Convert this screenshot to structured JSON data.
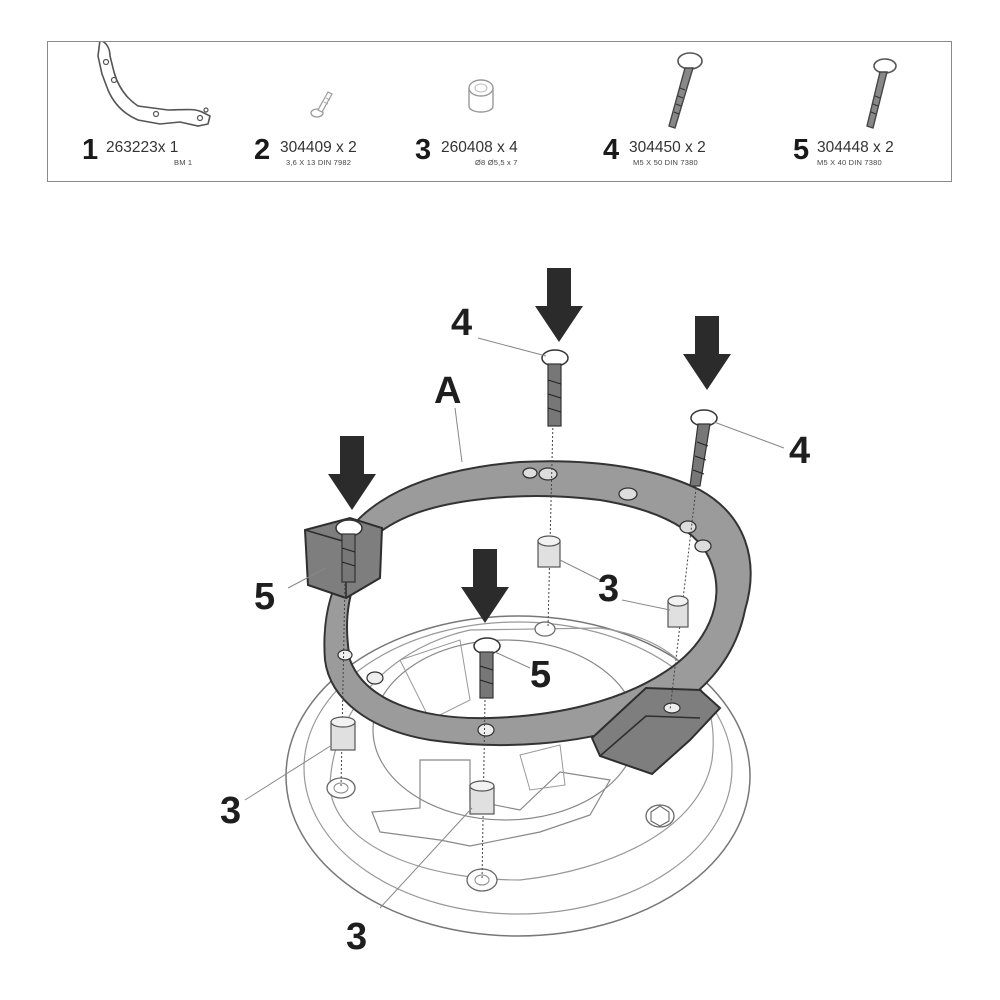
{
  "parts": [
    {
      "number": "1",
      "code": "263223x 1",
      "spec": "BM 1",
      "icon": "bracket-plate-icon"
    },
    {
      "number": "2",
      "code": "304409 x 2",
      "spec": "3,6 X 13 DIN 7982",
      "icon": "small-screw-icon"
    },
    {
      "number": "3",
      "code": "260408 x 4",
      "spec": "Ø8 Ø5,5 x 7",
      "icon": "spacer-icon"
    },
    {
      "number": "4",
      "code": "304450 x 2",
      "spec": "M5 X 50 DIN 7380",
      "icon": "long-bolt-icon"
    },
    {
      "number": "5",
      "code": "304448 x 2",
      "spec": "M5 X 40 DIN 7380",
      "icon": "bolt-icon"
    }
  ],
  "callouts": {
    "A": "A",
    "bolt_4_left": "4",
    "bolt_4_right": "4",
    "bolt_5_left": "5",
    "bolt_5_center": "5",
    "spacer_3_right": "3",
    "spacer_3_left": "3",
    "spacer_3_bottom": "3"
  }
}
